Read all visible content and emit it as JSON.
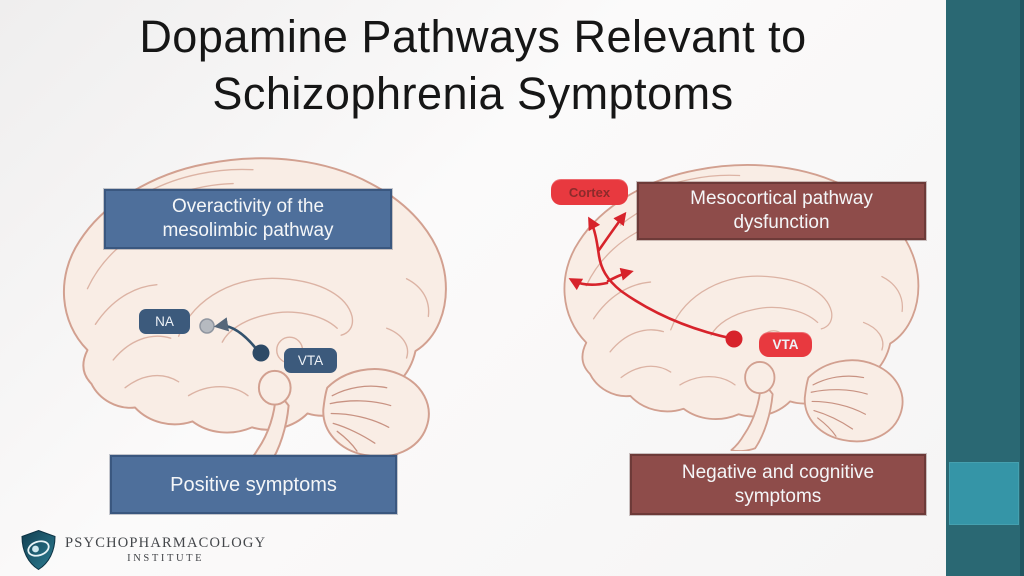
{
  "title": {
    "line1": "Dopamine Pathways Relevant to",
    "line2": "Schizophrenia Symptoms"
  },
  "mesolimbic": {
    "header_line1": "Overactivity of the",
    "header_line2": "mesolimbic pathway",
    "na_label": "NA",
    "vta_label": "VTA",
    "symptom": "Positive symptoms"
  },
  "mesocortical": {
    "header_line1": "Mesocortical pathway",
    "header_line2": "dysfunction",
    "cortex_label": "Cortex",
    "vta_label": "VTA",
    "symptom_line1": "Negative and cognitive",
    "symptom_line2": "symptoms"
  },
  "logo": {
    "line1": "PSYCHOPHARMACOLOGY",
    "line2": "INSTITUTE",
    "icon": "shield-eye-logo"
  },
  "colors": {
    "title_text": "#161616",
    "blue_box": "#4e6f9b",
    "blue_box_border": "#3a577f",
    "blue_chip": "#3c5a7c",
    "maroon_box": "#8e4c4a",
    "maroon_box_border": "#6d3a38",
    "red_accent": "#e8393f",
    "red_pathway": "#d7232b",
    "cortex_text": "#8c2b2b",
    "navy_pathway": "#33526d",
    "brain_fill": "#f9ede5",
    "brain_outline": "#d2a090",
    "teal_bar": "#2a6873",
    "teal_thumb": "#3595a7"
  }
}
